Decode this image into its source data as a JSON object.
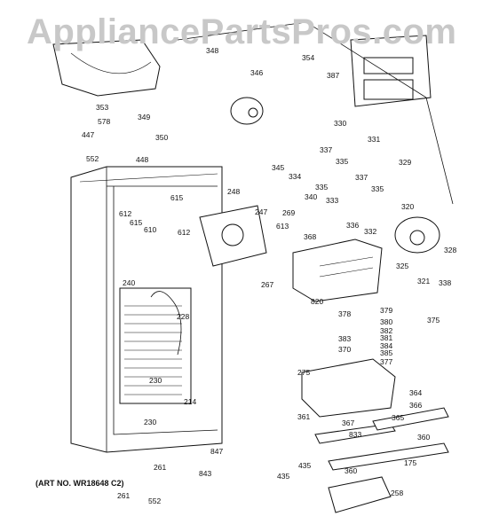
{
  "watermark": "AppliancePartsPros.com",
  "art_number": "(ART NO. WR18648 C2)",
  "callouts": {
    "c175": "175",
    "c214": "214",
    "c228": "228",
    "c230a": "230",
    "c230b": "230",
    "c240": "240",
    "c247": "247",
    "c248": "248",
    "c258": "258",
    "c261a": "261",
    "c261b": "261",
    "c267": "267",
    "c269": "269",
    "c275": "275",
    "c320": "320",
    "c321": "321",
    "c325": "325",
    "c328": "328",
    "c329": "329",
    "c330": "330",
    "c331": "331",
    "c332": "332",
    "c333": "333",
    "c334": "334",
    "c335a": "335",
    "c335b": "335",
    "c335c": "335",
    "c336": "336",
    "c337a": "337",
    "c337b": "337",
    "c338": "338",
    "c340": "340",
    "c345": "345",
    "c346": "346",
    "c348": "348",
    "c349": "349",
    "c350": "350",
    "c353": "353",
    "c354": "354",
    "c360a": "360",
    "c360b": "360",
    "c361": "361",
    "c364": "364",
    "c365": "365",
    "c366": "366",
    "c367": "367",
    "c368": "368",
    "c370": "370",
    "c375": "375",
    "c377": "377",
    "c378": "378",
    "c379": "379",
    "c380": "380",
    "c381": "381",
    "c382": "382",
    "c383": "383",
    "c384": "384",
    "c385": "385",
    "c387": "387",
    "c435a": "435",
    "c435b": "435",
    "c447": "447",
    "c448": "448",
    "c552a": "552",
    "c552b": "552",
    "c578": "578",
    "c610": "610",
    "c612a": "612",
    "c612b": "612",
    "c613": "613",
    "c615a": "615",
    "c615b": "615",
    "c820": "820",
    "c833": "833",
    "c843": "843",
    "c847": "847"
  }
}
